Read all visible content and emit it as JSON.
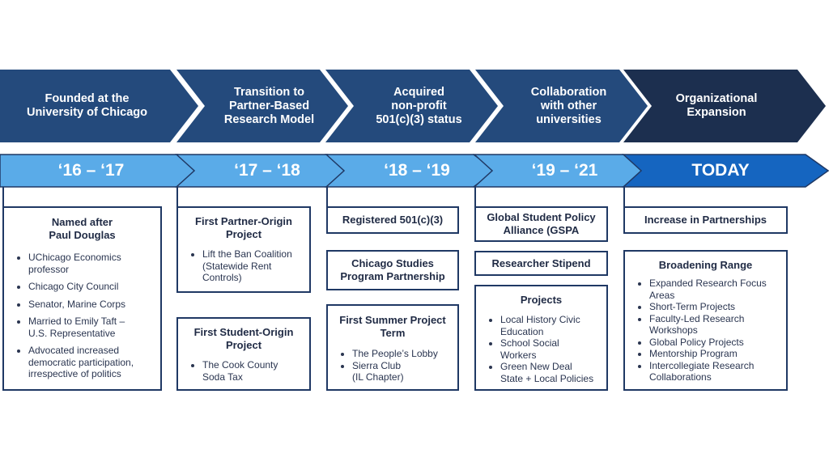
{
  "colors": {
    "phase_band": "#244a7c",
    "phase_band_last": "#1c2f4f",
    "year_band": "#5aabe8",
    "year_band_today": "#1565c0",
    "box_border": "#1f3864"
  },
  "phases": [
    "Founded at the\nUniversity of Chicago",
    "Transition to\nPartner-Based\nResearch Model",
    "Acquired\nnon-profit\n501(c)(3) status",
    "Collaboration\nwith other\nuniversities",
    "Organizational\nExpansion"
  ],
  "years": [
    "‘16 – ‘17",
    "‘17 – ‘18",
    "‘18 – ‘19",
    "‘19 – ‘21",
    "TODAY"
  ],
  "col1": {
    "box1": {
      "title": "Named after\nPaul Douglas",
      "items": [
        "UChicago Economics\nprofessor",
        "Chicago City Council",
        "Senator, Marine Corps",
        "Married to Emily Taft –\nU.S. Representative",
        "Advocated increased\ndemocratic participation,\nirrespective of politics"
      ]
    }
  },
  "col2": {
    "box1": {
      "title": "First Partner-Origin\nProject",
      "items": [
        "Lift the Ban Coalition\n(Statewide Rent\nControls)"
      ]
    },
    "box2": {
      "title": "First Student-Origin\nProject",
      "items": [
        "The Cook County\nSoda Tax"
      ]
    }
  },
  "col3": {
    "box1": {
      "title": "Registered 501(c)(3)"
    },
    "box2": {
      "title": "Chicago Studies\nProgram Partnership"
    },
    "box3": {
      "title": "First Summer Project\nTerm",
      "items": [
        "The People’s Lobby",
        "Sierra Club\n(IL Chapter)"
      ]
    }
  },
  "col4": {
    "box1": {
      "title": "Global Student Policy\nAlliance (GSPA"
    },
    "box2": {
      "title": "Researcher Stipend"
    },
    "box3": {
      "title": "Projects",
      "items": [
        "Local History Civic\nEducation",
        "School Social\nWorkers",
        "Green New Deal\nState + Local Policies"
      ]
    }
  },
  "col5": {
    "box1": {
      "title": "Increase in Partnerships"
    },
    "box2": {
      "title": "Broadening Range",
      "items": [
        "Expanded Research Focus\nAreas",
        "Short-Term Projects",
        "Faculty-Led Research\nWorkshops",
        "Global Policy Projects",
        "Mentorship Program",
        "Intercollegiate Research\nCollaborations"
      ]
    }
  }
}
